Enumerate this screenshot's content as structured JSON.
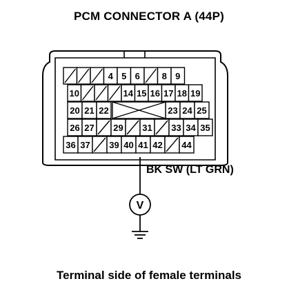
{
  "title": "PCM CONNECTOR A (44P)",
  "wire_label": "BK SW (LT GRN)",
  "caption": "Terminal side of female terminals",
  "meter_symbol": "V",
  "rows": [
    [
      "",
      "",
      "",
      "4",
      "5",
      "6",
      "",
      "8",
      "9"
    ],
    [
      "10",
      "",
      "",
      "",
      "14",
      "15",
      "16",
      "17",
      "18",
      "19"
    ],
    [
      "20",
      "21",
      "22",
      "",
      "",
      "",
      "",
      "23",
      "24",
      "25"
    ],
    [
      "26",
      "27",
      "",
      "29",
      "",
      "31",
      "",
      "33",
      "34",
      "35"
    ],
    [
      "36",
      "37",
      "",
      "39",
      "40",
      "41",
      "42",
      "",
      "44"
    ]
  ],
  "probe_terminal": "41"
}
